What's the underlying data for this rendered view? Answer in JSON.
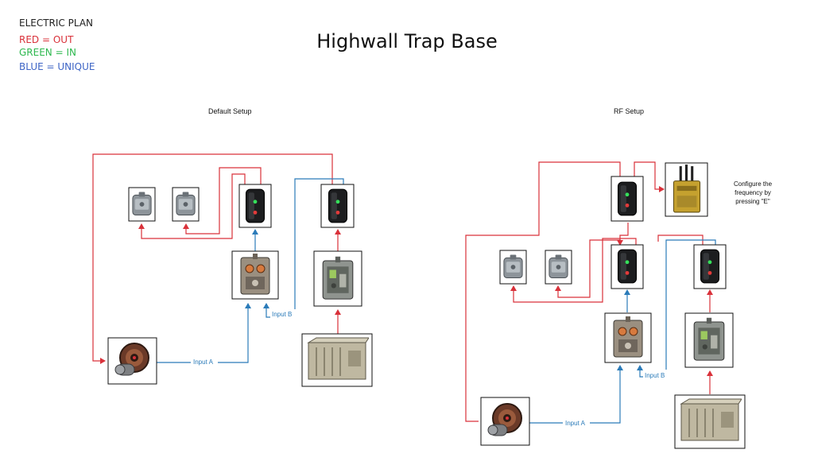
{
  "legend": {
    "title": "ELECTRIC PLAN",
    "items": [
      {
        "text": "RED = OUT",
        "color": "#d9313a"
      },
      {
        "text": "GREEN = IN",
        "color": "#2eb84f"
      },
      {
        "text": "BLUE = UNIQUE",
        "color": "#3f66c6"
      }
    ]
  },
  "title": "Highwall Trap Base",
  "sections": {
    "default": {
      "title": "Default Setup",
      "input_a": "Input A",
      "input_b": "Input B"
    },
    "rf": {
      "title": "RF Setup",
      "input_a": "Input A",
      "input_b": "Input B",
      "note": "Configure the frequency by pressing \"E\""
    }
  },
  "colors": {
    "out": "#d9313a",
    "unique": "#2b7bb9",
    "box": "#111111"
  },
  "components": {
    "trap": "shotgun-trap-icon",
    "switch": "power-switch-icon",
    "and_switch": "and-switch-icon",
    "or_switch": "or-switch-icon",
    "generator": "generator-icon",
    "rf_broadcaster": "rf-broadcaster-icon",
    "pressure_pad": "pressure-pad-icon"
  }
}
